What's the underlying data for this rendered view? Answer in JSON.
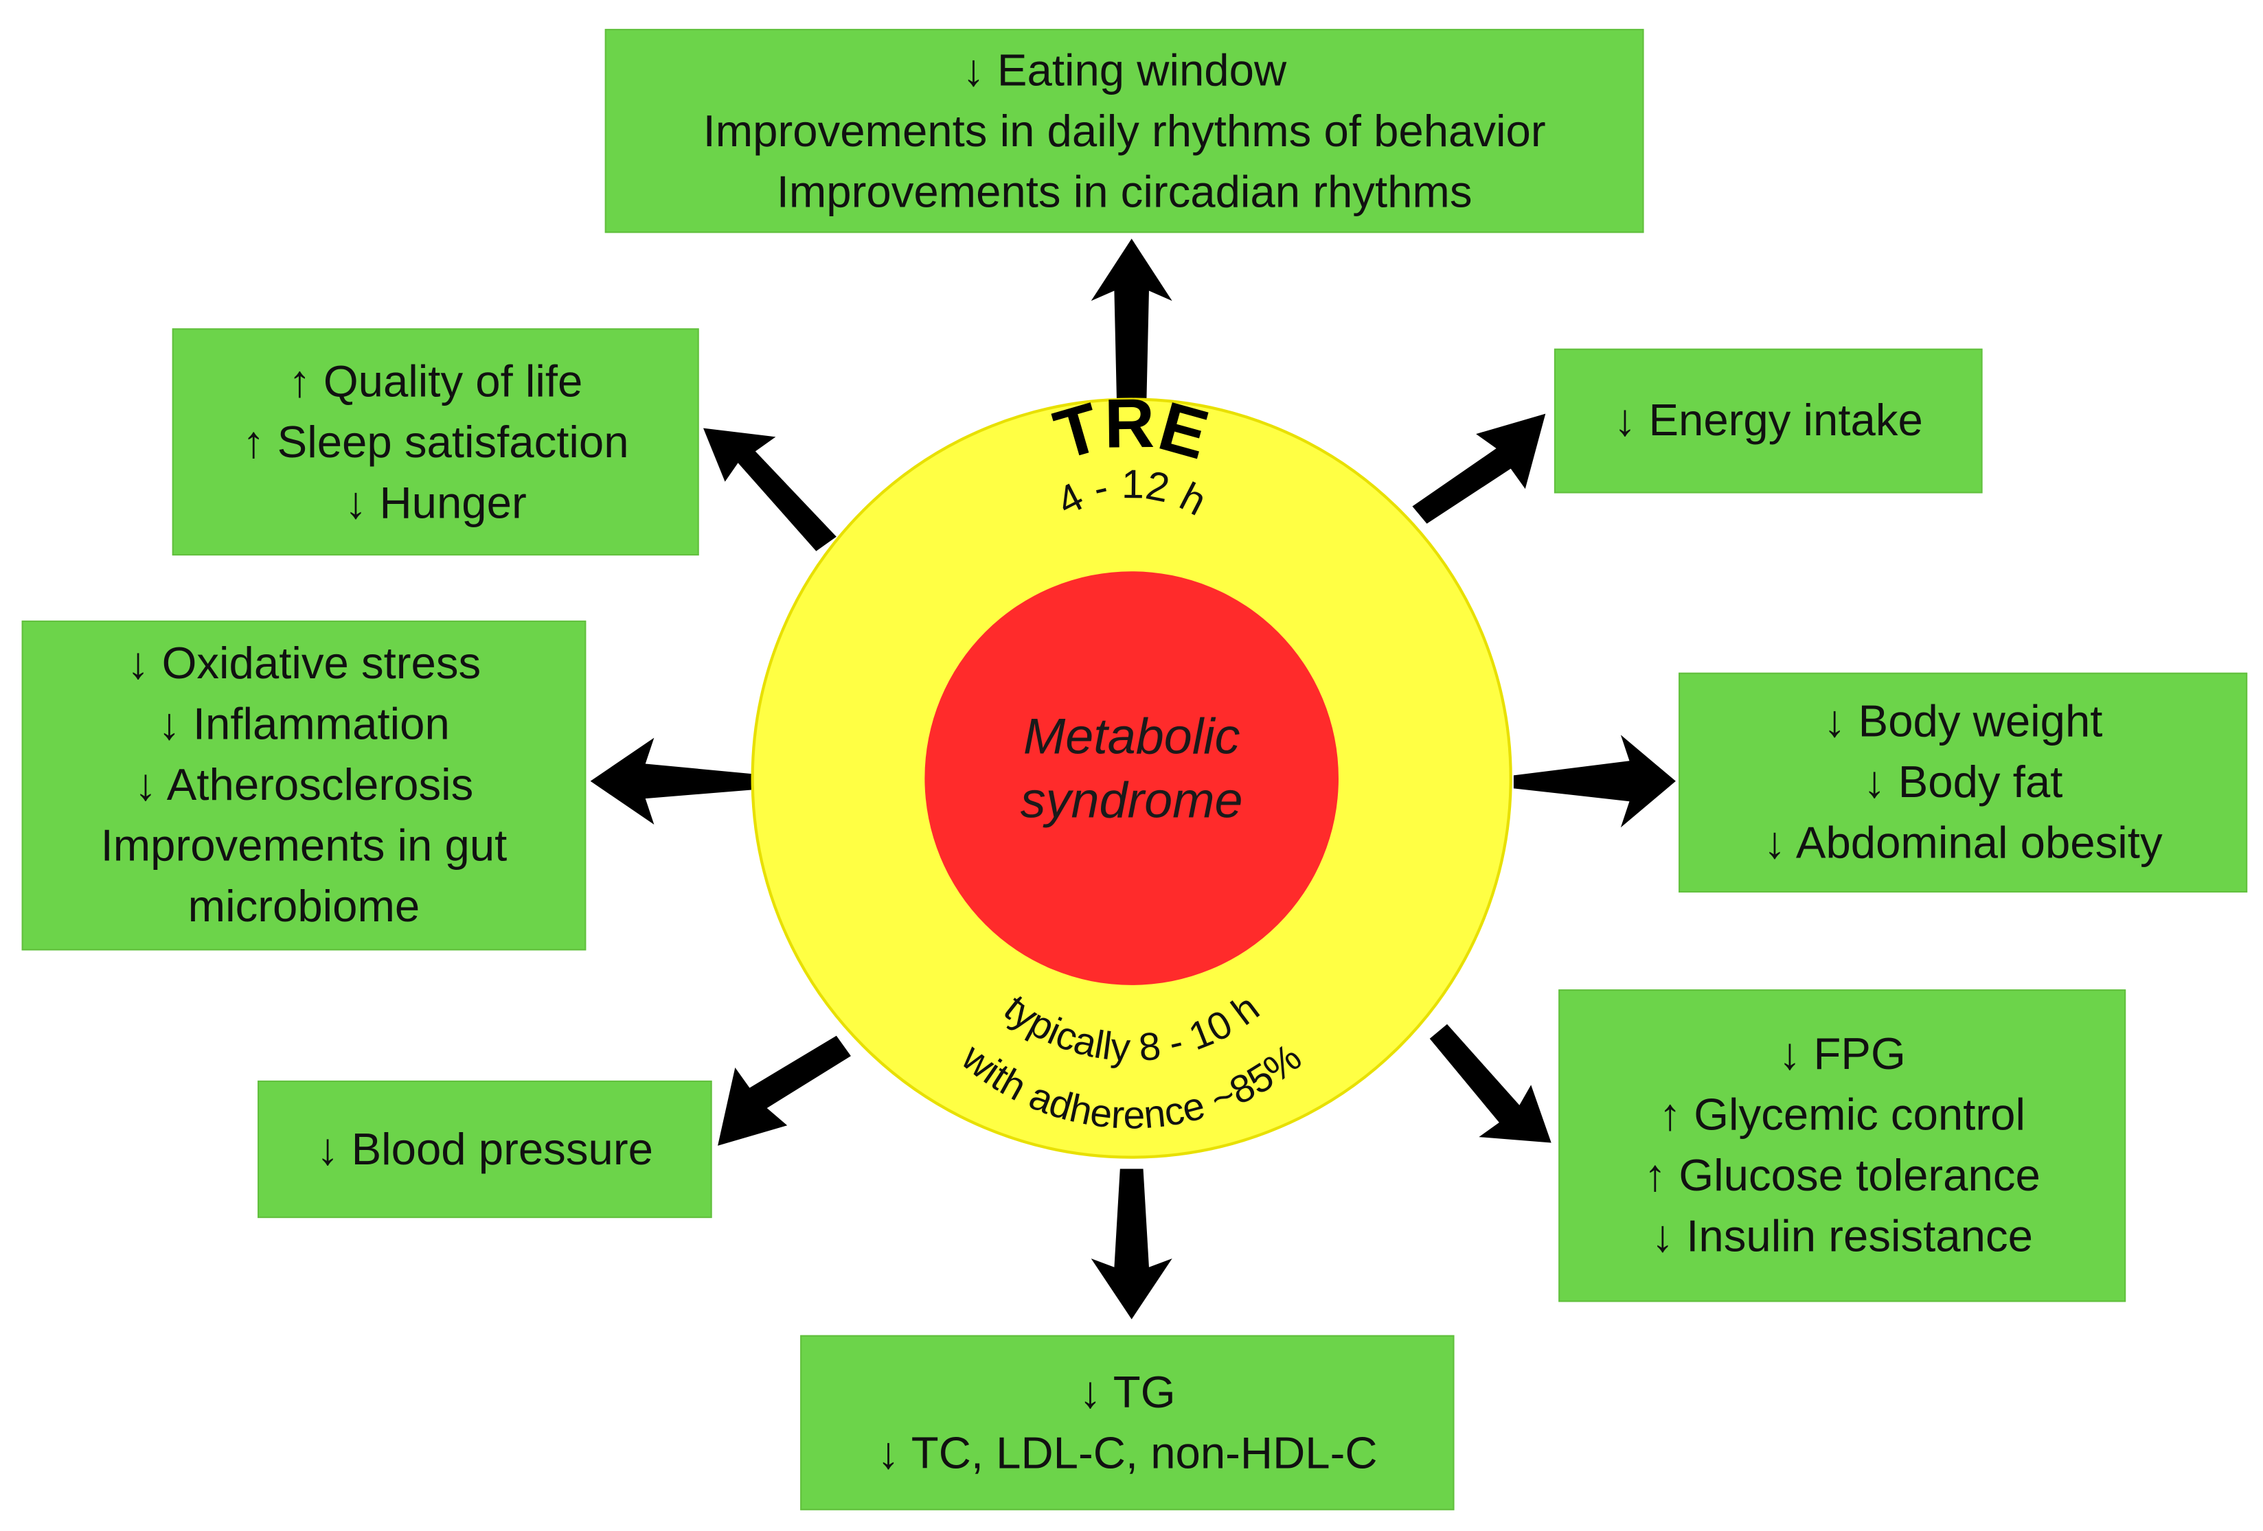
{
  "colors": {
    "box_fill": "#6cd44a",
    "outer_circle": "#ffff44",
    "outer_circle_stroke": "#e8e000",
    "inner_circle": "#ff2b2b",
    "arrow": "#000000"
  },
  "center": {
    "tre_label": "TRE",
    "tre_hours": "4 - 12 h",
    "core_line1": "Metabolic",
    "core_line2": "syndrome",
    "typical_line1": "typically 8 - 10 h",
    "typical_line2": "with adherence ~85%"
  },
  "boxes": {
    "top": [
      "↓ Eating window",
      "Improvements in  daily rhythms of behavior",
      "Improvements in  circadian rhythms"
    ],
    "upper_left": [
      "↑ Quality of life",
      "↑ Sleep satisfaction",
      "↓ Hunger"
    ],
    "upper_right": [
      "↓ Energy intake"
    ],
    "left": [
      "↓ Oxidative  stress",
      "↓ Inflammation",
      "↓ Atherosclerosis",
      "Improvements in gut",
      "microbiome"
    ],
    "right": [
      "↓ Body weight",
      "↓ Body fat",
      "↓ Abdominal obesity"
    ],
    "lower_left": [
      "↓ Blood pressure"
    ],
    "lower_right": [
      "↓ FPG",
      "↑ Glycemic control",
      "↑ Glucose tolerance",
      "↓ Insulin resistance"
    ],
    "bottom": [
      "↓ TG",
      "↓ TC, LDL-C, non-HDL-C"
    ]
  }
}
